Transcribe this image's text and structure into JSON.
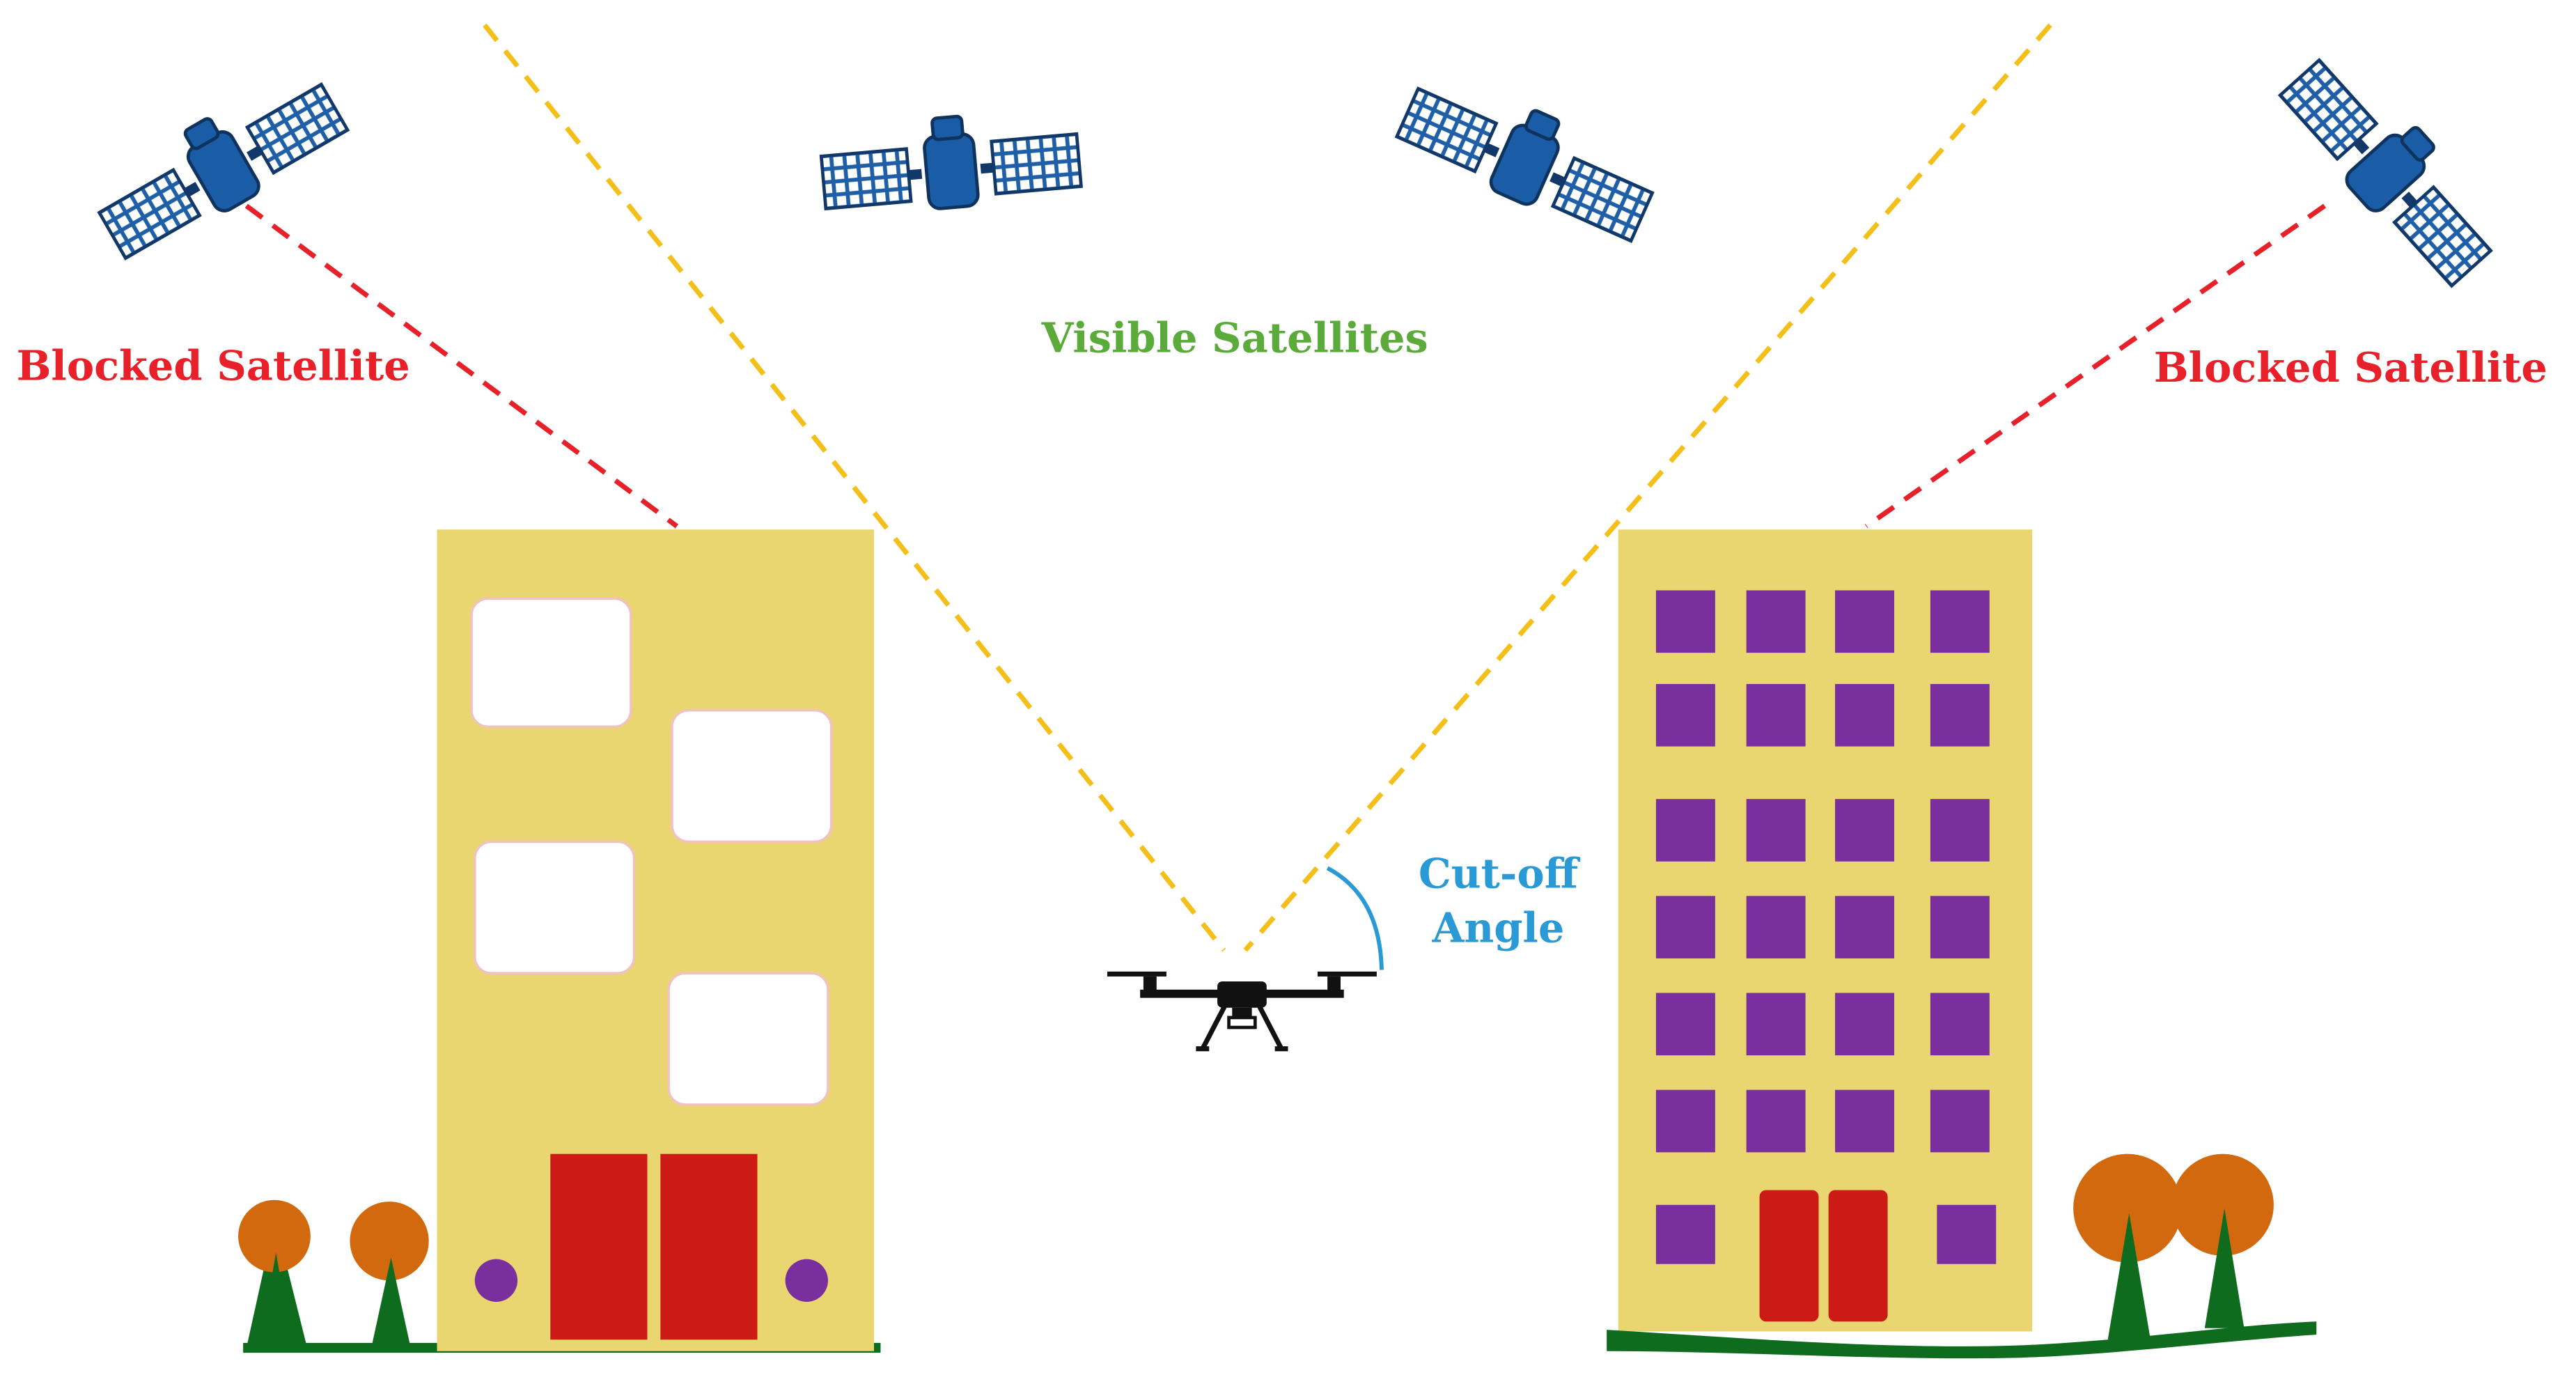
{
  "labels": {
    "blocked_left": "Blocked Satellite",
    "blocked_right": "Blocked Satellite",
    "visible": "Visible Satellites",
    "cutoff_line1": "Cut-off",
    "cutoff_line2": "Angle"
  },
  "colors": {
    "blocked": "#e8202a",
    "visible_text": "#5aab3a",
    "cutoff": "#2a9ad6",
    "sightline": "#f5bf1a",
    "building": "#e9d670",
    "window_purple": "#7a2f9e",
    "door": "#cc1a14",
    "tree_crown": "#d3690f",
    "tree_trunk": "#0f6b1e",
    "satellite_panel": "#1f5fa8",
    "satellite_body": "#1a5ca6"
  },
  "icons": [
    "satellite-icon",
    "drone-icon",
    "tree-icon",
    "building-icon"
  ]
}
